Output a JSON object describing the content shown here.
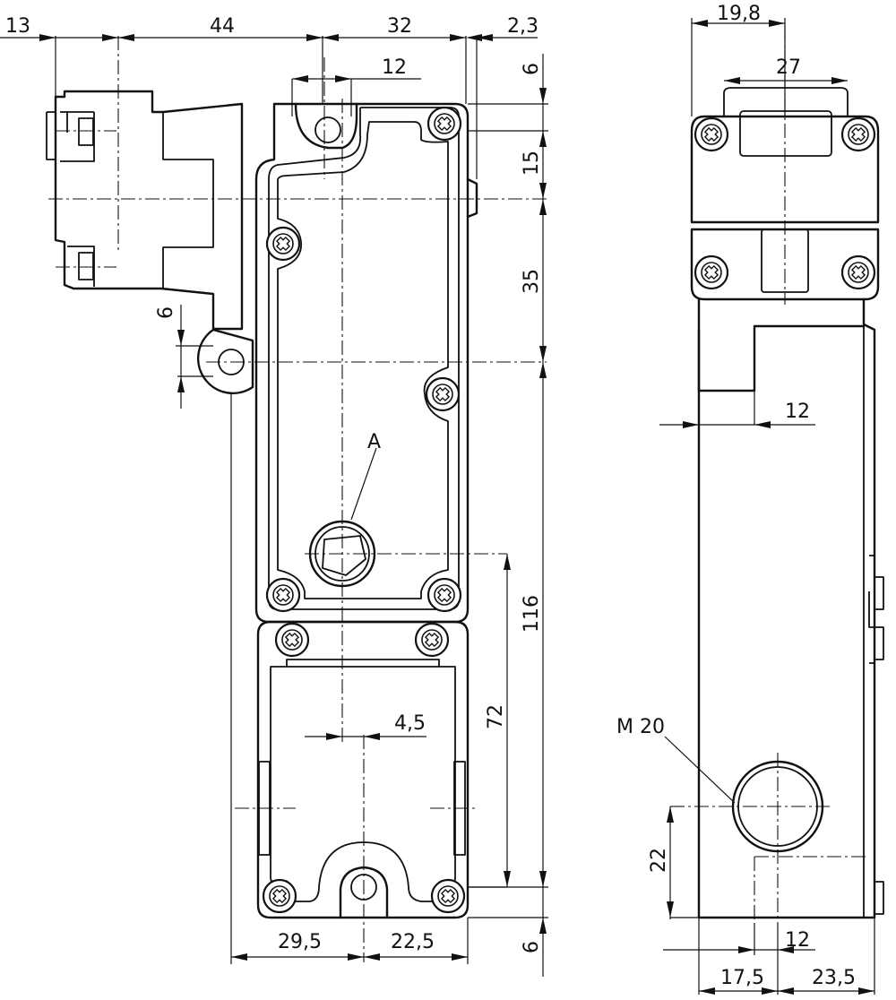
{
  "dimensions": {
    "top_13": "13",
    "top_44": "44",
    "top_32": "32",
    "top_2_3": "2,3",
    "top_12": "12",
    "right_6_top": "6",
    "right_15": "15",
    "right_35": "35",
    "right_116": "116",
    "right_72": "72",
    "right_6_bottom": "6",
    "left_6": "6",
    "mid_4_5": "4,5",
    "bottom_29_5": "29,5",
    "bottom_22_5": "22,5",
    "side_19_8": "19,8",
    "side_27": "27",
    "side_12_upper": "12",
    "side_22": "22",
    "side_12_lower": "12",
    "side_17_5": "17,5",
    "side_23_5": "23,5"
  },
  "labels": {
    "detail_a": "A",
    "thread": "M 20"
  },
  "colors": {
    "line": "#111111",
    "background": "#ffffff"
  }
}
